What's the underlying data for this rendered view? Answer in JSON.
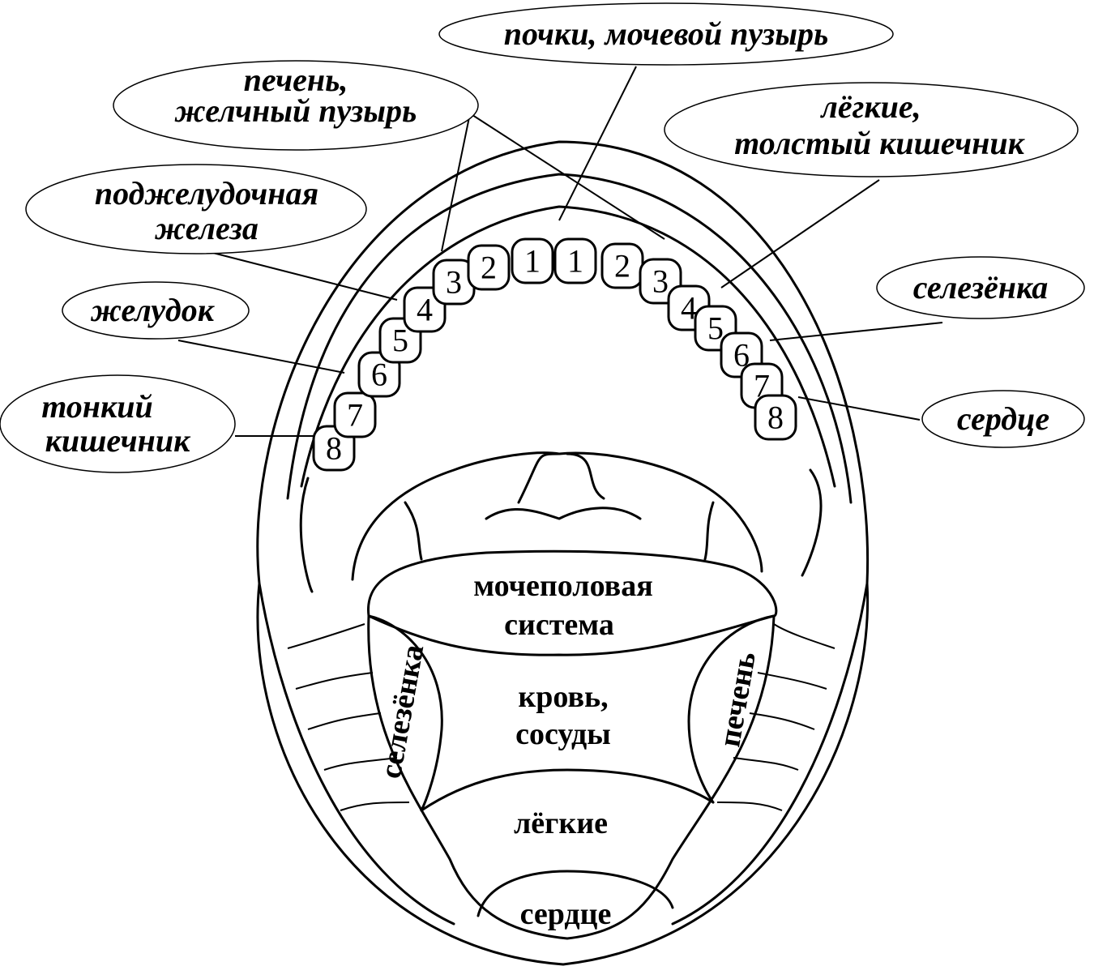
{
  "labels": {
    "kidneys": "почки, мочевой пузырь",
    "liver_line1": "печень,",
    "liver_line2": "желчный пузырь",
    "lungs_line1": "лёгкие,",
    "lungs_line2": "толстый кишечник",
    "pancreas_line1": "поджелудочная",
    "pancreas_line2": "железа",
    "spleen": "селезёнка",
    "stomach": "желудок",
    "heart": "сердце",
    "intestine_line1": "тонкий",
    "intestine_line2": "кишечник"
  },
  "teeth_left": [
    "8",
    "7",
    "6",
    "5",
    "4",
    "3",
    "2",
    "1"
  ],
  "teeth_right": [
    "1",
    "2",
    "3",
    "4",
    "5",
    "6",
    "7",
    "8"
  ],
  "tongue": {
    "urogenital_line1": "мочеполовая",
    "urogenital_line2": "система",
    "blood_line1": "кровь,",
    "blood_line2": "сосуды",
    "lungs": "лёгкие",
    "heart": "сердце",
    "spleen": "селезёнка",
    "liver": "печень"
  }
}
